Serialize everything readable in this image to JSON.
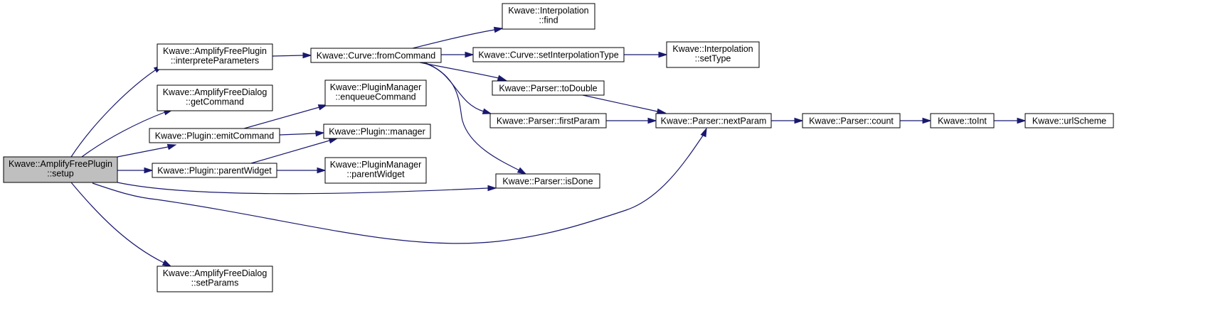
{
  "graph": {
    "nodes": [
      {
        "id": "setup",
        "lines": [
          "Kwave::AmplifyFreePlugin",
          "::setup"
        ],
        "highlighted": true
      },
      {
        "id": "interpreteParameters",
        "lines": [
          "Kwave::AmplifyFreePlugin",
          "::interpreteParameters"
        ]
      },
      {
        "id": "getCommand",
        "lines": [
          "Kwave::AmplifyFreeDialog",
          "::getCommand"
        ]
      },
      {
        "id": "emitCommand",
        "lines": [
          "Kwave::Plugin::emitCommand"
        ]
      },
      {
        "id": "pluginParentWidget",
        "lines": [
          "Kwave::Plugin::parentWidget"
        ]
      },
      {
        "id": "setParams",
        "lines": [
          "Kwave::AmplifyFreeDialog",
          "::setParams"
        ]
      },
      {
        "id": "fromCommand",
        "lines": [
          "Kwave::Curve::fromCommand"
        ]
      },
      {
        "id": "enqueueCommand",
        "lines": [
          "Kwave::PluginManager",
          "::enqueueCommand"
        ]
      },
      {
        "id": "manager",
        "lines": [
          "Kwave::Plugin::manager"
        ]
      },
      {
        "id": "pmParentWidget",
        "lines": [
          "Kwave::PluginManager",
          "::parentWidget"
        ]
      },
      {
        "id": "interpFind",
        "lines": [
          "Kwave::Interpolation",
          "::find"
        ]
      },
      {
        "id": "setInterpolationType",
        "lines": [
          "Kwave::Curve::setInterpolationType"
        ]
      },
      {
        "id": "toDouble",
        "lines": [
          "Kwave::Parser::toDouble"
        ]
      },
      {
        "id": "firstParam",
        "lines": [
          "Kwave::Parser::firstParam"
        ]
      },
      {
        "id": "isDone",
        "lines": [
          "Kwave::Parser::isDone"
        ]
      },
      {
        "id": "interpSetType",
        "lines": [
          "Kwave::Interpolation",
          "::setType"
        ]
      },
      {
        "id": "nextParam",
        "lines": [
          "Kwave::Parser::nextParam"
        ]
      },
      {
        "id": "count",
        "lines": [
          "Kwave::Parser::count"
        ]
      },
      {
        "id": "toInt",
        "lines": [
          "Kwave::toInt"
        ]
      },
      {
        "id": "urlScheme",
        "lines": [
          "Kwave::urlScheme"
        ]
      }
    ],
    "edges": [
      {
        "from": "setup",
        "to": "interpreteParameters"
      },
      {
        "from": "setup",
        "to": "getCommand"
      },
      {
        "from": "setup",
        "to": "emitCommand"
      },
      {
        "from": "setup",
        "to": "pluginParentWidget"
      },
      {
        "from": "setup",
        "to": "isDone"
      },
      {
        "from": "setup",
        "to": "nextParam"
      },
      {
        "from": "setup",
        "to": "setParams"
      },
      {
        "from": "interpreteParameters",
        "to": "fromCommand"
      },
      {
        "from": "fromCommand",
        "to": "interpFind"
      },
      {
        "from": "fromCommand",
        "to": "setInterpolationType"
      },
      {
        "from": "fromCommand",
        "to": "toDouble"
      },
      {
        "from": "fromCommand",
        "to": "firstParam"
      },
      {
        "from": "fromCommand",
        "to": "isDone"
      },
      {
        "from": "emitCommand",
        "to": "enqueueCommand"
      },
      {
        "from": "emitCommand",
        "to": "manager"
      },
      {
        "from": "pluginParentWidget",
        "to": "manager"
      },
      {
        "from": "pluginParentWidget",
        "to": "pmParentWidget"
      },
      {
        "from": "setInterpolationType",
        "to": "interpSetType"
      },
      {
        "from": "toDouble",
        "to": "nextParam"
      },
      {
        "from": "firstParam",
        "to": "nextParam"
      },
      {
        "from": "nextParam",
        "to": "count"
      },
      {
        "from": "count",
        "to": "toInt"
      },
      {
        "from": "toInt",
        "to": "urlScheme"
      }
    ]
  }
}
